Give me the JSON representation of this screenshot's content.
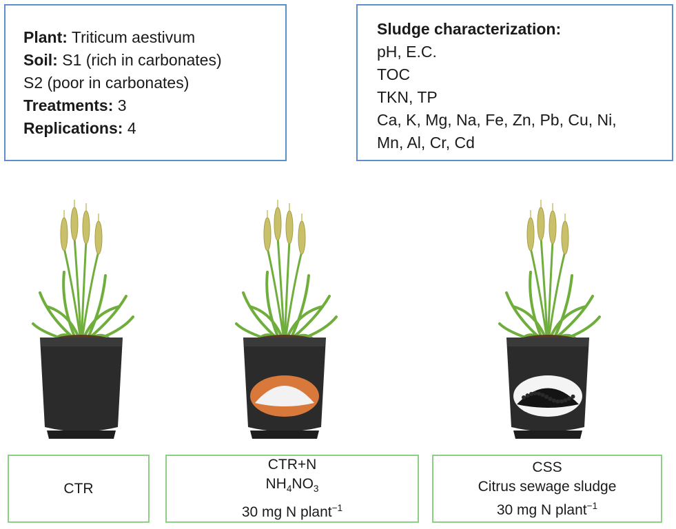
{
  "experiment": {
    "plant_label": "Plant:",
    "plant_value": "Triticum aestivum",
    "soil_label": "Soil:",
    "soil_value_1": "S1 (rich in carbonates)",
    "soil_value_2": "S2 (poor in carbonates)",
    "treatments_label": "Treatments:",
    "treatments_value": "3",
    "replications_label": "Replications:",
    "replications_value": "4"
  },
  "sludge": {
    "title": "Sludge characterization:",
    "lines": [
      "pH, E.C.",
      "TOC",
      "TKN, TP",
      "Ca, K, Mg, Na, Fe, Zn, Pb, Cu, Ni,",
      "Mn, Al, Cr, Cd"
    ]
  },
  "treatments": [
    {
      "name": "CTR",
      "pot_fill": "none"
    },
    {
      "name": "CTR+N",
      "formula_parts": [
        "NH",
        "4",
        "NO",
        "3"
      ],
      "dose": "30 mg N plant",
      "dose_exp": "−1",
      "pot_fill": "white-fertilizer"
    },
    {
      "name": "CSS",
      "subtitle": "Citrus sewage sludge",
      "dose": "30 mg N plant",
      "dose_exp": "−1",
      "pot_fill": "black-sludge"
    }
  ],
  "colors": {
    "info_border": "#5b8fc9",
    "label_border": "#8ccf85",
    "pot": "#2b2b2b",
    "leaf": "#6fae3c",
    "ear": "#c9c06a",
    "fertilizer_ring": "#d9783b"
  }
}
